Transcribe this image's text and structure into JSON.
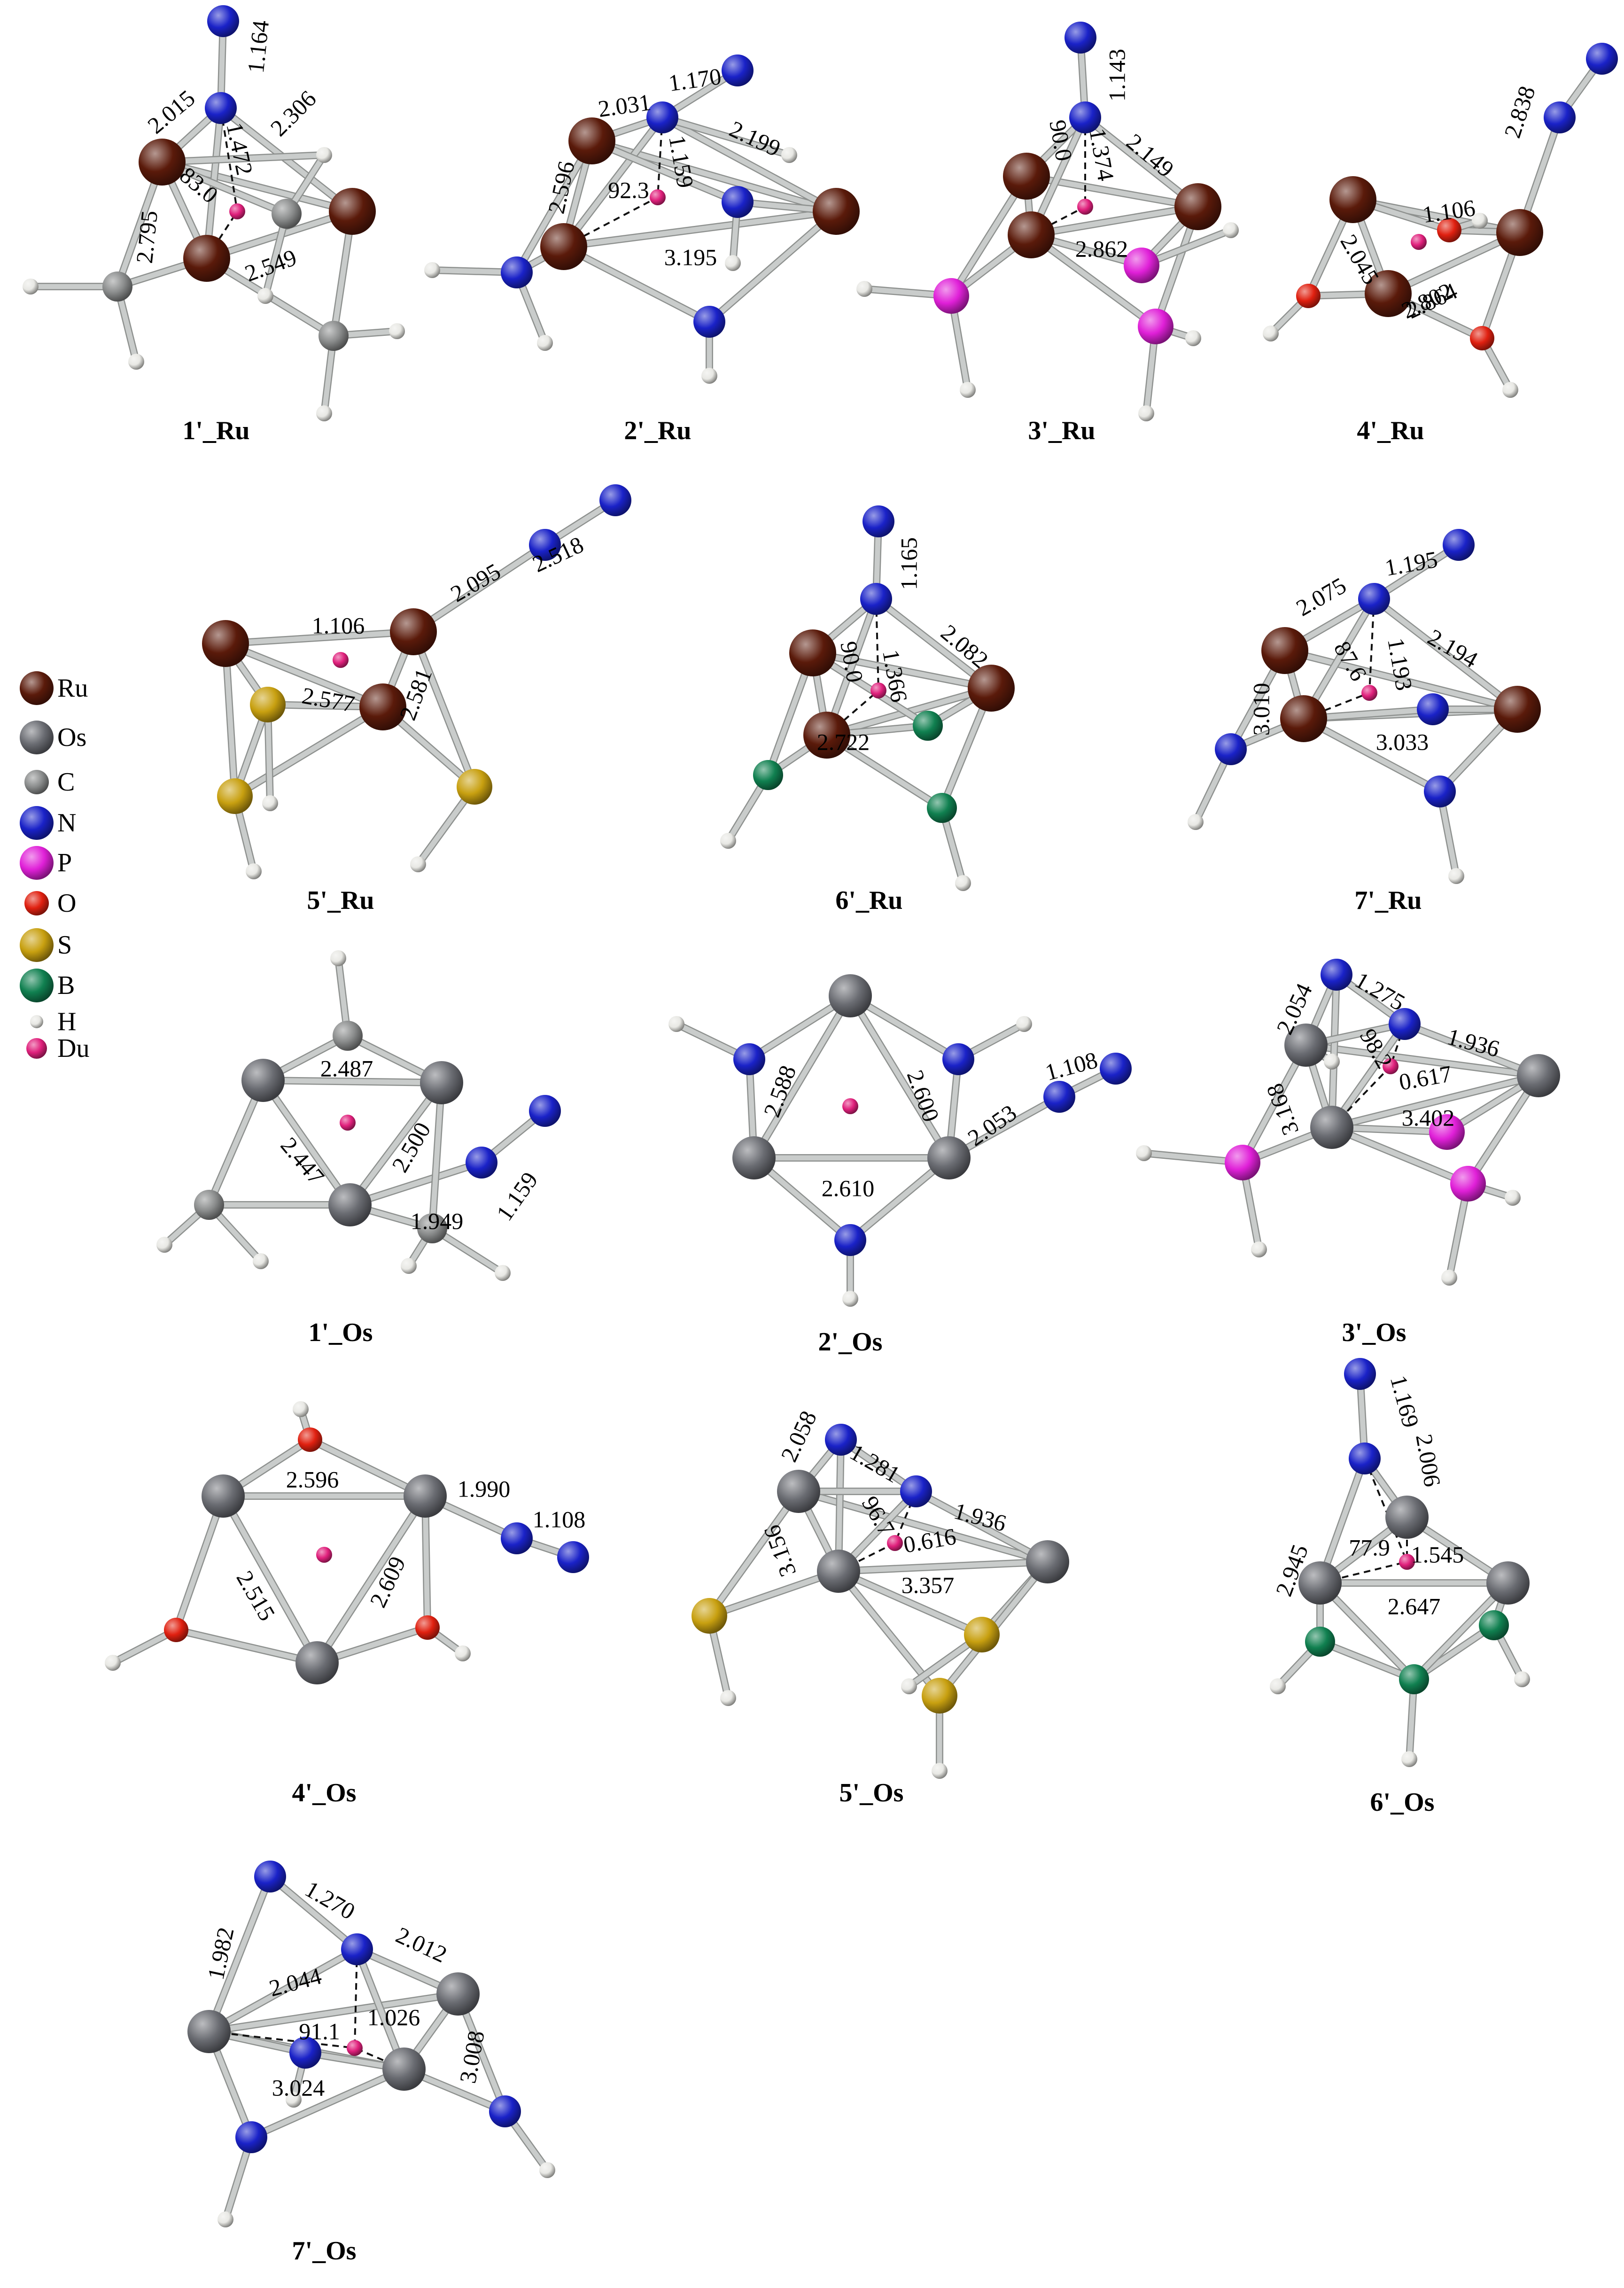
{
  "colors": {
    "Ru": "#5a1a0a",
    "Os": "#6a6c72",
    "C": "#8a8c8c",
    "N": "#1a22c8",
    "P": "#e020d8",
    "O": "#e02010",
    "S": "#c8a010",
    "B": "#108050",
    "H": "#e8e8e4",
    "Du": "#e0207c"
  },
  "legend": [
    {
      "el": "Ru",
      "label": "Ru"
    },
    {
      "el": "Os",
      "label": "Os"
    },
    {
      "el": "C",
      "label": "C"
    },
    {
      "el": "N",
      "label": "N"
    },
    {
      "el": "P",
      "label": "P"
    },
    {
      "el": "O",
      "label": "O"
    },
    {
      "el": "S",
      "label": "S"
    },
    {
      "el": "B",
      "label": "B"
    },
    {
      "el": "H",
      "label": "H"
    },
    {
      "el": "Du",
      "label": "Du"
    }
  ],
  "structures": [
    {
      "id": "1ru",
      "label": "1'_Ru",
      "distances": [
        "1.164",
        "2.015",
        "2.306",
        "1.472",
        "83.0",
        "2.795",
        "2.549"
      ]
    },
    {
      "id": "2ru",
      "label": "2'_Ru",
      "distances": [
        "2.031",
        "1.170",
        "2.199",
        "2.596",
        "92.3",
        "1.159",
        "3.195"
      ]
    },
    {
      "id": "3ru",
      "label": "3'_Ru",
      "distances": [
        "1.143",
        "2.149",
        "90.0",
        "1.374",
        "2.862"
      ]
    },
    {
      "id": "4ru",
      "label": "4'_Ru",
      "distances": [
        "1.106",
        "2.045",
        "2.838",
        "2.802",
        "2.864"
      ]
    },
    {
      "id": "5ru",
      "label": "5'_Ru",
      "distances": [
        "1.106",
        "2.095",
        "2.518",
        "2.577",
        "2.581"
      ]
    },
    {
      "id": "6ru",
      "label": "6'_Ru",
      "distances": [
        "1.165",
        "2.082",
        "90.0",
        "1.366",
        "2.722"
      ]
    },
    {
      "id": "7ru",
      "label": "7'_Ru",
      "distances": [
        "2.075",
        "1.195",
        "2.194",
        "87.6",
        "1.193",
        "3.010",
        "3.033"
      ]
    },
    {
      "id": "1os",
      "label": "1'_Os",
      "distances": [
        "2.487",
        "2.447",
        "2.500",
        "1.949",
        "1.159"
      ]
    },
    {
      "id": "2os",
      "label": "2'_Os",
      "distances": [
        "2.588",
        "2.600",
        "2.053",
        "1.108",
        "2.610"
      ]
    },
    {
      "id": "3os",
      "label": "3'_Os",
      "distances": [
        "2.054",
        "1.275",
        "1.936",
        "98.2",
        "0.617",
        "3.168",
        "3.402"
      ]
    },
    {
      "id": "4os",
      "label": "4'_Os",
      "distances": [
        "2.596",
        "1.990",
        "1.108",
        "2.515",
        "2.609"
      ]
    },
    {
      "id": "5os",
      "label": "5'_Os",
      "distances": [
        "2.058",
        "1.281",
        "1.936",
        "96.7",
        "0.616",
        "3.156",
        "3.357"
      ]
    },
    {
      "id": "6os",
      "label": "6'_Os",
      "distances": [
        "1.169",
        "2.006",
        "77.9",
        "1.545",
        "2.945",
        "2.647"
      ]
    },
    {
      "id": "7os",
      "label": "7'_Os",
      "distances": [
        "1.982",
        "1.270",
        "2.044",
        "2.012",
        "91.1",
        "1.026",
        "3.008",
        "3.024"
      ]
    }
  ]
}
